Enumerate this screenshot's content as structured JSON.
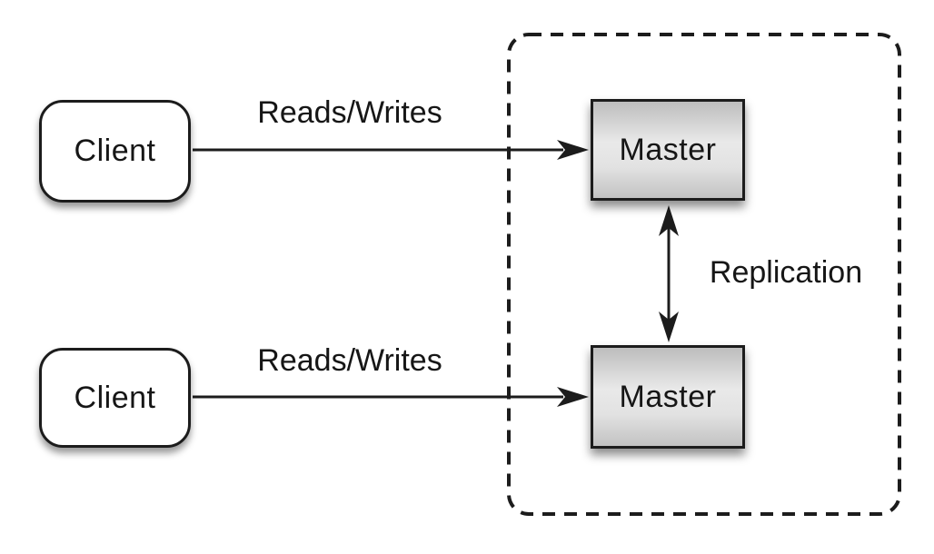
{
  "diagram": {
    "nodes": {
      "client_top": {
        "label": "Client"
      },
      "client_bottom": {
        "label": "Client"
      },
      "master_top": {
        "label": "Master"
      },
      "master_bottom": {
        "label": "Master"
      }
    },
    "edges": {
      "reads_writes_top": {
        "label": "Reads/Writes",
        "from": "client_top",
        "to": "master_top",
        "direction": "one-way"
      },
      "reads_writes_bottom": {
        "label": "Reads/Writes",
        "from": "client_bottom",
        "to": "master_bottom",
        "direction": "one-way"
      },
      "replication": {
        "label": "Replication",
        "from": "master_top",
        "to": "master_bottom",
        "direction": "two-way"
      }
    },
    "group": {
      "style": "dashed-rounded-rectangle",
      "contains": [
        "master_top",
        "master_bottom"
      ]
    },
    "colors": {
      "background": "#ffffff",
      "stroke": "#1c1c1c",
      "text": "#161616",
      "client_fill": "#ffffff",
      "master_fill_top": "#bdbdbd",
      "master_fill_mid": "#e9e9e9",
      "master_fill_bottom": "#c2c2c2"
    }
  }
}
